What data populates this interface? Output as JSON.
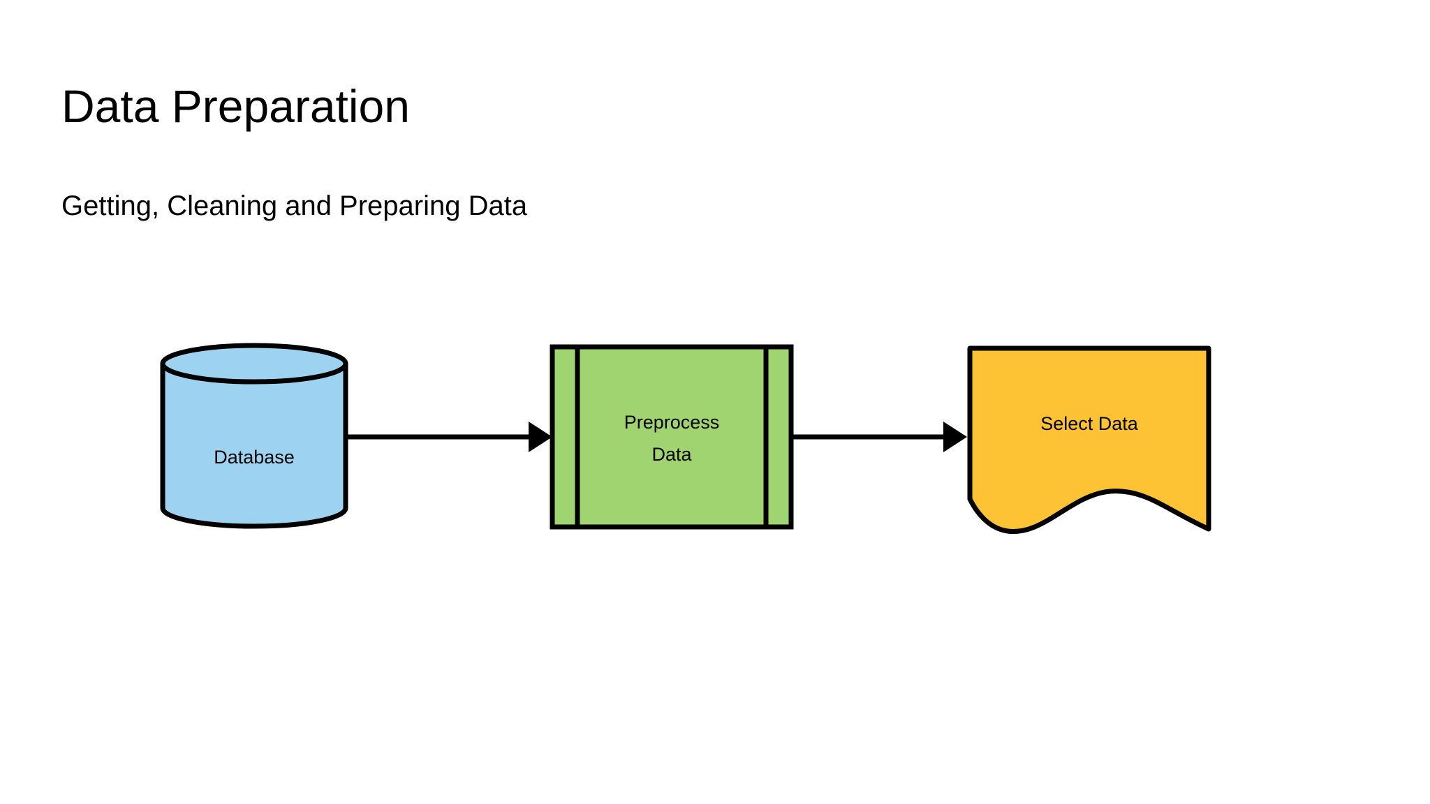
{
  "slide": {
    "title": "Data Preparation",
    "subtitle": "Getting, Cleaning and Preparing Data",
    "background_color": "#FFFFFF",
    "text_color": "#000000"
  },
  "diagram": {
    "type": "flowchart",
    "orientation": "left-to-right",
    "stroke_color": "#000000",
    "nodes": [
      {
        "id": "database",
        "label": "Database",
        "shape": "cylinder",
        "fill_color": "#9DD3F0"
      },
      {
        "id": "preprocess-data",
        "label_line_1": "Preprocess",
        "label_line_2": "Data",
        "shape": "predefined-process",
        "fill_color": "#9FD470"
      },
      {
        "id": "select-data",
        "label": "Select Data",
        "shape": "document",
        "fill_color": "#FDC334"
      }
    ],
    "connectors": [
      {
        "id": "arrow-database-to-preprocess",
        "from": "database",
        "to": "preprocess-data",
        "style": "solid-arrow"
      },
      {
        "id": "arrow-preprocess-to-select",
        "from": "preprocess-data",
        "to": "select-data",
        "style": "solid-arrow"
      }
    ]
  }
}
